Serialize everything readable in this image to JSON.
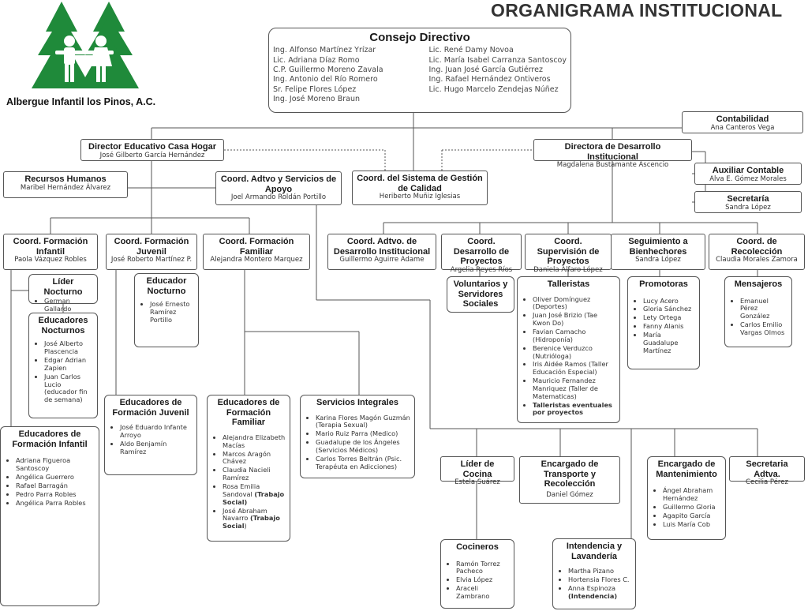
{
  "title": "ORGANIGRAMA INSTITUCIONAL",
  "organization": "Albergue Infantil los Pinos, A.C.",
  "logo_icon": "pine-trees-children-logo",
  "colors": {
    "logo_green": "#1f8a3a",
    "line": "#555555",
    "title": "#333333"
  },
  "consejo": {
    "title": "Consejo Directivo",
    "left": [
      "Ing. Alfonso Martínez Yrízar",
      "Lic. Adriana Díaz Romo",
      "C.P. Guillermo Moreno Zavala",
      "Ing. Antonio del Río Romero",
      "Sr. Felipe Flores López",
      "Ing. José Moreno Braun"
    ],
    "right": [
      "Lic. René Damy Novoa",
      "Lic. María Isabel Carranza Santoscoy",
      "Ing. Juan José García Gutiérrez",
      "Ing. Rafael Hernández Ontiveros",
      "Lic. Hugo Marcelo Zendejas Núñez"
    ]
  },
  "contabilidad": {
    "title": "Contabilidad",
    "name": "Ana Canteros Vega"
  },
  "director_educativo": {
    "title": "Director Educativo Casa Hogar",
    "name": "José Gilberto García Hernández"
  },
  "directora_desarrollo": {
    "title": "Directora de Desarrollo Institucional",
    "name": "Magdalena Bustamante Ascencio"
  },
  "auxiliar_contable": {
    "title": "Auxiliar Contable",
    "name": "Alva E. Gómez Morales"
  },
  "secretaria": {
    "title": "Secretaría",
    "name": "Sandra López"
  },
  "recursos_humanos": {
    "title": "Recursos Humanos",
    "name": "Maribel Hernández Álvarez"
  },
  "coord_adtvo_apoyo": {
    "title": "Coord. Adtvo y Servicios de Apoyo",
    "name": "Joel Armando Roldán Portillo"
  },
  "coord_gestion_calidad": {
    "title": "Coord. del Sistema de Gestión de Calidad",
    "name": "Heriberto Muñiz Iglesias"
  },
  "coord_infantil": {
    "title": "Coord. Formación Infantil",
    "name": "Paola Vázquez Robles"
  },
  "coord_juvenil": {
    "title": "Coord. Formación Juvenil",
    "name": "José Roberto Martínez P."
  },
  "coord_familiar": {
    "title": "Coord. Formación Familiar",
    "name": "Alejandra Montero Marquez"
  },
  "coord_adtvo_desarrollo": {
    "title": "Coord. Adtvo. de Desarrollo Institucional",
    "name": "Guillermo Aguirre Adame"
  },
  "coord_desarrollo_proyectos": {
    "title": "Coord. Desarrollo de Proyectos",
    "name": "Argelia Reyes Ríos"
  },
  "coord_supervision_proyectos": {
    "title": "Coord. Supervisión de Proyectos",
    "name": "Daniela Alfaro López"
  },
  "seguimiento_bienhechores": {
    "title": "Seguimiento a Bienhechores",
    "name": "Sandra López"
  },
  "coord_recoleccion": {
    "title": "Coord. de Recolección",
    "name": "Claudia Morales Zamora"
  },
  "lider_nocturno": {
    "title": "Líder Nocturno",
    "items": [
      "German Gallardo"
    ]
  },
  "educadores_nocturnos": {
    "title": "Educadores Nocturnos",
    "items": [
      "José Alberto Plascencia",
      "Edgar Adrian Zapien",
      "Juan Carlos Lucio (educador fin de semana)"
    ]
  },
  "educador_nocturno": {
    "title": "Educador Nocturno",
    "items": [
      "José Ernesto Ramírez Portillo"
    ]
  },
  "educadores_infantil": {
    "title": "Educadores de Formación Infantil",
    "items": [
      "Adriana Figueroa Santoscoy",
      "Angélica Guerrero",
      "Rafael Barragán",
      "Pedro Parra Robles",
      "Angélica Parra Robles"
    ]
  },
  "educadores_juvenil": {
    "title": "Educadores de Formación Juvenil",
    "items": [
      "José Eduardo Infante Arroyo",
      "Aldo Benjamín Ramírez"
    ]
  },
  "educadores_familiar": {
    "title": "Educadores de Formación Familiar",
    "items": [
      "Alejandra Elizabeth Macías",
      "Marcos Aragón Chávez",
      "Claudia Nacieli Ramírez"
    ],
    "rosa": {
      "name": "Rosa Emilia Sandoval",
      "role": "(Trabajo Social)"
    },
    "jose": {
      "name": "José Abraham Navarro",
      "role": "(Trabajo Social",
      "close": ")"
    }
  },
  "servicios_integrales": {
    "title": "Servicios Integrales",
    "items": [
      "Karina Flores Magón Guzmán (Terapia Sexual)",
      "Mario Ruiz Parra (Medico)",
      "Guadalupe de los Ángeles (Servicios Médicos)",
      "Carlos Torres Beltrán (Psic. Terapéuta en Adicciones)"
    ]
  },
  "voluntarios": {
    "title": "Voluntarios y Servidores Sociales"
  },
  "talleristas": {
    "title": "Talleristas",
    "items": [
      "Oliver Domínguez (Deportes)",
      "Juan José Brizio (Tae Kwon Do)",
      "Favian  Camacho (Hidroponía)",
      "Berenice Verduzco (Nutrióloga)",
      "Iris Aidée Ramos (Taller Educación Especial)",
      "Mauricio Fernandez Manriquez (Taller de Matematicas)"
    ],
    "eventuales": "Talleristas eventuales por proyectos"
  },
  "promotoras": {
    "title": "Promotoras",
    "items": [
      "Lucy Acero",
      "Gloria Sánchez",
      "Lety Ortega",
      "Fanny Alanis",
      "María Guadalupe Martínez"
    ]
  },
  "mensajeros": {
    "title": "Mensajeros",
    "items": [
      "Emanuel Pérez González",
      "Carlos Emilio Vargas Olmos"
    ]
  },
  "lider_cocina": {
    "title": "Líder de Cocina",
    "name": "Estela Suárez"
  },
  "encargado_transporte": {
    "title": "Encargado de Transporte y Recolección",
    "name": "Daniel Gómez"
  },
  "encargado_mantenimiento": {
    "title": "Encargado de Mantenimiento",
    "items": [
      "Ángel Abraham Hernández",
      "Guillermo Gloria",
      "Agapito García",
      "Luis María Cob"
    ]
  },
  "secretaria_adtva": {
    "title": "Secretaria Adtva.",
    "name": "Cecilia Pérez"
  },
  "cocineros": {
    "title": "Cocineros",
    "items": [
      "Ramón Torrez Pacheco",
      "Elvia López",
      "Araceli Zambrano"
    ]
  },
  "intendencia": {
    "title": "Intendencia y Lavandería",
    "items": [
      "Martha Pizano",
      "Hortensia Flores C."
    ],
    "last": {
      "name": "Anna Espinoza",
      "role": "(Intendencia)"
    }
  }
}
